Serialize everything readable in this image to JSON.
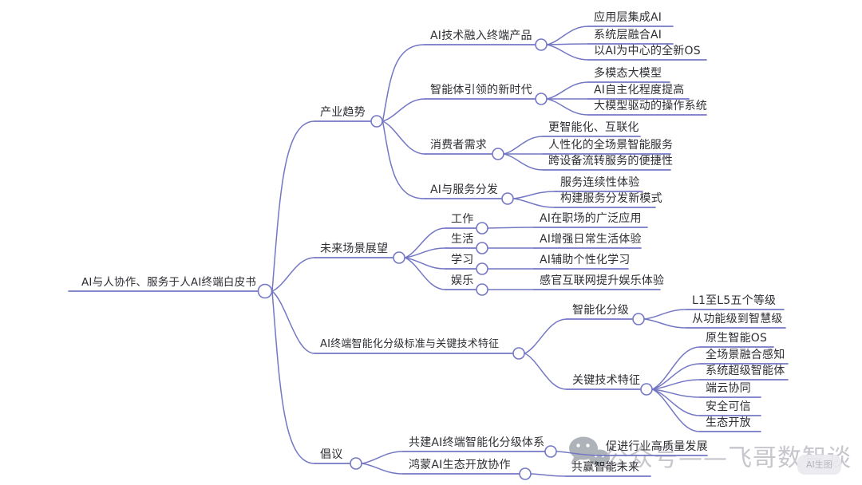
{
  "colors": {
    "line": "#7477c4",
    "text": "#2e2e34",
    "watermark_text": "#c6c6cc",
    "watermark_icon": "#9aa0a8",
    "badge_bg": "#ebebef",
    "badge_text": "#b2b2bc"
  },
  "watermark": {
    "icon": "wechat-icon",
    "text": "公众号——飞哥数智谈",
    "badge": "AI生图"
  },
  "map": {
    "root": "AI与人协作、服务于人AI终端白皮书",
    "branches": [
      {
        "label": "产业趋势",
        "children": [
          {
            "label": "AI技术融入终端产品",
            "leaves": [
              "应用层集成AI",
              "系统层融合AI",
              "以AI为中心的全新OS"
            ]
          },
          {
            "label": "智能体引领的新时代",
            "leaves": [
              "多模态大模型",
              "AI自主化程度提高",
              "大模型驱动的操作系统"
            ]
          },
          {
            "label": "消费者需求",
            "leaves": [
              "更智能化、互联化",
              "人性化的全场景智能服务",
              "跨设备流转服务的便捷性"
            ]
          },
          {
            "label": "AI与服务分发",
            "leaves": [
              "服务连续性体验",
              "构建服务分发新模式"
            ]
          }
        ]
      },
      {
        "label": "未来场景展望",
        "children": [
          {
            "label": "工作",
            "leaves": [
              "AI在职场的广泛应用"
            ]
          },
          {
            "label": "生活",
            "leaves": [
              "AI增强日常生活体验"
            ]
          },
          {
            "label": "学习",
            "leaves": [
              "AI辅助个性化学习"
            ]
          },
          {
            "label": "娱乐",
            "leaves": [
              "感官互联网提升娱乐体验"
            ]
          }
        ]
      },
      {
        "label": "AI终端智能化分级标准与关键技术特征",
        "children": [
          {
            "label": "智能化分级",
            "leaves": [
              "L1至L5五个等级",
              "从功能级到智慧级"
            ]
          },
          {
            "label": "关键技术特征",
            "leaves": [
              "原生智能OS",
              "全场景融合感知",
              "系统超级智能体",
              "端云协同",
              "安全可信",
              "生态开放"
            ]
          }
        ]
      },
      {
        "label": "倡议",
        "children": [
          {
            "label": "共建AI终端智能化分级体系",
            "leaves": [
              "促进行业高质量发展"
            ]
          },
          {
            "label": "鸿蒙AI生态开放协作",
            "leaves": [
              "共赢智能未来"
            ]
          }
        ]
      }
    ]
  }
}
